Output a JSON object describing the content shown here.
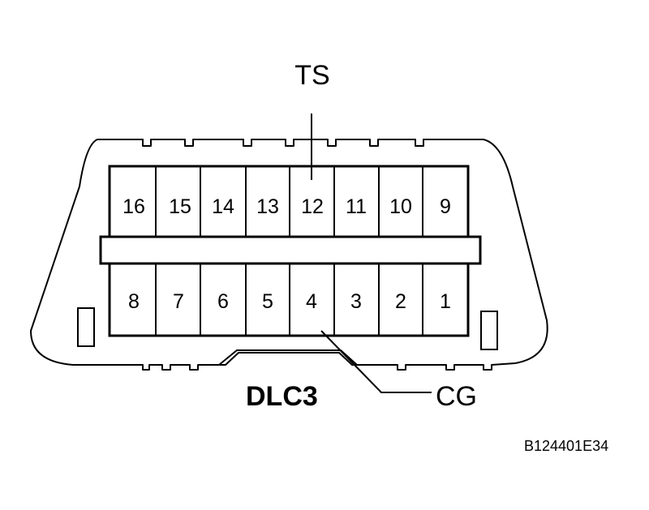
{
  "connector": {
    "name": "DLC3",
    "top_row_pins": [
      "16",
      "15",
      "14",
      "13",
      "12",
      "11",
      "10",
      "9"
    ],
    "bottom_row_pins": [
      "8",
      "7",
      "6",
      "5",
      "4",
      "3",
      "2",
      "1"
    ]
  },
  "callouts": {
    "top": {
      "label": "TS",
      "pin": "12"
    },
    "bottom": {
      "label": "CG",
      "pin": "4"
    }
  },
  "figure_id": "B124401E34"
}
